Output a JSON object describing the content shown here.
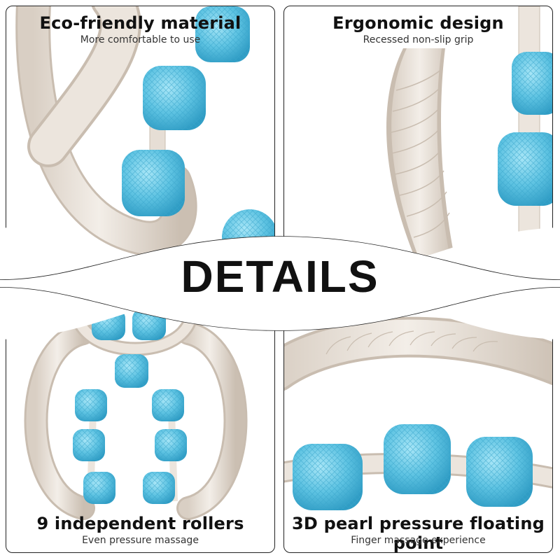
{
  "banner": {
    "text": "DETAILS"
  },
  "panels": [
    {
      "title": "Eco-friendly material",
      "subtitle": "More comfortable to use"
    },
    {
      "title": "Ergonomic design",
      "subtitle": "Recessed non-slip grip"
    },
    {
      "title": "9 independent rollers",
      "subtitle": "Even pressure massage"
    },
    {
      "title": "3D pearl pressure floating point",
      "subtitle": "Finger massage experience"
    }
  ],
  "colors": {
    "roller": "#5ec3e2",
    "roller_dark": "#2f9cc4",
    "frame": "#e6ded5",
    "frame_dark": "#c9bdb0",
    "outline": "#222222"
  }
}
